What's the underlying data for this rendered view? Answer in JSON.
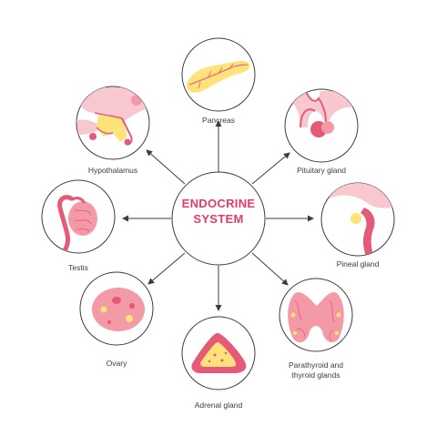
{
  "center": {
    "title_line1": "ENDOCRINE",
    "title_line2": "SYSTEM"
  },
  "glands": [
    {
      "name": "pancreas",
      "label": "Pancreas",
      "icon": "pancreas-icon"
    },
    {
      "name": "pituitary",
      "label": "Pituitary gland",
      "icon": "pituitary-gland-icon"
    },
    {
      "name": "pineal",
      "label": "Pineal gland",
      "icon": "pineal-gland-icon"
    },
    {
      "name": "thyroid",
      "label_line1": "Parathyroid and",
      "label_line2": "thyroid glands",
      "icon": "thyroid-gland-icon"
    },
    {
      "name": "adrenal",
      "label": "Adrenal gland",
      "icon": "adrenal-gland-icon"
    },
    {
      "name": "ovary",
      "label": "Ovary",
      "icon": "ovary-icon"
    },
    {
      "name": "testis",
      "label": "Testis",
      "icon": "testis-icon"
    },
    {
      "name": "hypothalamus",
      "label": "Hypothalamus",
      "icon": "hypothalamus-icon"
    }
  ],
  "colors": {
    "accent": "#e83a6a",
    "circle_stroke": "#3a3a4a",
    "pink_light": "#f8c8cf",
    "pink_mid": "#f39aa6",
    "pink_dark": "#e55a78",
    "yellow": "#ffe27a"
  }
}
